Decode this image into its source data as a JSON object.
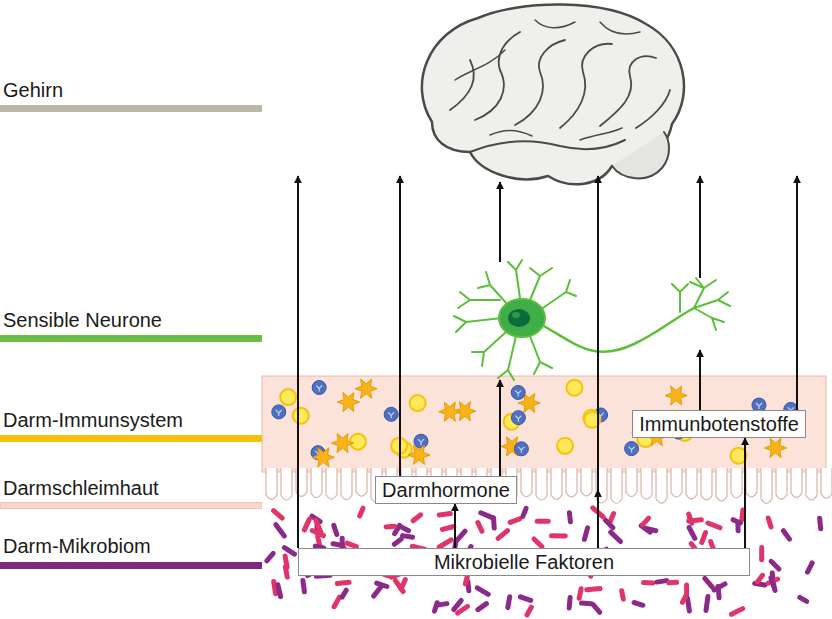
{
  "diagram": {
    "nodes": [
      {
        "text": [
          "Immunbotenstoffe"
        ]
      },
      {
        "text": [
          "Darmhormone"
        ]
      },
      {
        "text": [
          "Mikrobielle Faktoren"
        ]
      }
    ],
    "edges": [
      {
        "from": 2,
        "to": 1,
        "arrow": "to"
      },
      {
        "from": 2,
        "to": 0,
        "arrow": "to"
      }
    ],
    "legend": [
      {
        "text": "Gehirn",
        "color": "#bdb6a6"
      },
      {
        "text": "Sensible Neurone",
        "color": "#6cbd45"
      },
      {
        "text": "Darm-Immunsystem",
        "color": "#f4c20d"
      },
      {
        "text": "Darmschleimhaut",
        "color": "#f8d8cc"
      },
      {
        "text": "Darm-Mikrobiom",
        "color": "#7d2a7e"
      }
    ]
  }
}
